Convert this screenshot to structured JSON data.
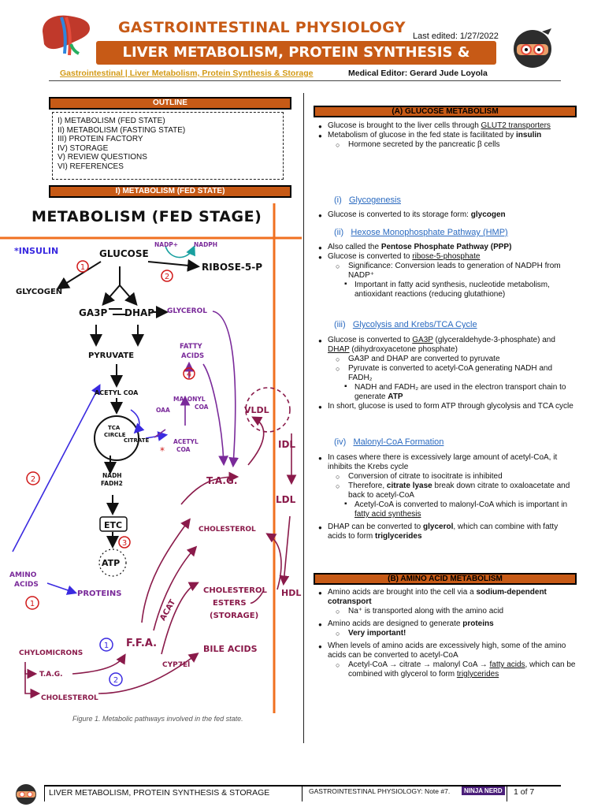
{
  "header": {
    "title": "GASTROINTESTINAL PHYSIOLOGY",
    "banner": "LIVER METABOLISM, PROTEIN SYNTHESIS & STORAGE",
    "last_edited": "Last edited: 1/27/2022",
    "breadcrumb": "Gastrointestinal | Liver Metabolism, Protein Synthesis & Storage",
    "editor": "Medical Editor: Gerard Jude Loyola"
  },
  "outline": {
    "heading": "OUTLINE",
    "items": [
      "I) METABOLISM (FED STATE)",
      "II) METABOLISM (FASTING STATE)",
      "III) PROTEIN FACTORY",
      "IV) STORAGE",
      "V) REVIEW QUESTIONS",
      "VI) REFERENCES"
    ]
  },
  "section1": {
    "heading": "I)  METABOLISM (FED STATE)"
  },
  "figure": {
    "title": "METABOLISM (FED STAGE)",
    "caption": "Figure 1. Metabolic pathways involved in the fed state.",
    "labels": {
      "insulin": "*INSULIN",
      "glucose": "GLUCOSE",
      "nadp_plus": "NADP+",
      "nadph": "NADPH",
      "ribose": "RIBOSE-5-P",
      "glycogen": "GLYCOGEN",
      "ga3p": "GA3P",
      "dhap": "DHAP",
      "glycerol": "GLYCEROL",
      "fatty_acids_1": "FATTY",
      "fatty_acids_2": "ACIDS",
      "pyruvate": "PYRUVATE",
      "acetyl_coa": "ACETYL COA",
      "malonyl_1": "MALONYL",
      "malonyl_2": "COA",
      "oaa": "OAA",
      "tca_1": "TCA",
      "tca_2": "CIRCLE",
      "citrate": "CITRATE",
      "acetyl_coa2_1": "ACETYL",
      "acetyl_coa2_2": "COA",
      "vldl": "VLDL",
      "idl": "IDL",
      "tag": "T.A.G.",
      "ldl": "LDL",
      "nadh": "NADH",
      "fadh2": "FADH2",
      "etc": "ETC",
      "cholesterol": "CHOLESTEROL",
      "atp": "ATP",
      "amino_1": "AMINO",
      "amino_2": "ACIDS",
      "proteins": "PROTEINS",
      "acat": "ACAT",
      "chol_esters_1": "CHOLESTEROL",
      "chol_esters_2": "ESTERS",
      "chol_esters_3": "(STORAGE)",
      "hdl": "HDL",
      "ffa": "F.F.A.",
      "chylomicrons": "CHYLOMICRONS",
      "bile_acids": "BILE ACIDS",
      "cyp7e1": "CYP7El",
      "tag2": "T.A.G.",
      "cholesterol2": "CHOLESTEROL",
      "n1": "1",
      "n2": "2",
      "n3": "3",
      "n4": "4",
      "star": "*"
    }
  },
  "right": {
    "a_heading": "(A)  GLUCOSE METABOLISM",
    "a_b1_pre": "Glucose is brought to the liver cells through ",
    "a_b1_u": "GLUT2 transporters",
    "a_b2_pre": "Metabolism of glucose in the fed state is facilitated by ",
    "a_b2_b": "insulin",
    "a_b2_sub": "Hormone secreted by the pancreatic β cells",
    "h_i_num": "(i)",
    "h_i": "Glycogenesis",
    "i_b1_pre": "Glucose is converted to its storage form: ",
    "i_b1_b": "glycogen",
    "h_ii_num": "(ii)",
    "h_ii": "Hexose Monophosphate Pathway (HMP)",
    "ii_b1_pre": "Also called the ",
    "ii_b1_b": "Pentose Phosphate Pathway (PPP)",
    "ii_b2_pre": "Glucose is converted to ",
    "ii_b2_u": "ribose-5-phosphate",
    "ii_b2_sub": "Significance: Conversion leads to generation of NADPH from NADP⁺",
    "ii_b2_subsub": "Important in fatty acid synthesis, nucleotide metabolism, antioxidant reactions (reducing glutathione)",
    "h_iii_num": "(iii)",
    "h_iii": "Glycolysis and Krebs/TCA Cycle",
    "iii_b1_pre": "Glucose is converted to ",
    "iii_b1_u1": "GA3P",
    "iii_b1_mid": " (glyceraldehyde-3-phosphate) and ",
    "iii_b1_u2": "DHAP",
    "iii_b1_post": " (dihydroxyacetone phosphate)",
    "iii_sub1": "GA3P and DHAP are converted to pyruvate",
    "iii_sub2": "Pyruvate is converted to acetyl-CoA generating NADH and FADH₂",
    "iii_subsub_pre": "NADH and FADH₂ are used in the electron transport chain to generate ",
    "iii_subsub_b": "ATP",
    "iii_b2": "In short, glucose is used to form ATP through glycolysis and TCA cycle",
    "h_iv_num": "(iv)",
    "h_iv": "Malonyl-CoA Formation",
    "iv_b1": "In cases where there is excessively large amount of acetyl-CoA, it inhibits the Krebs cycle",
    "iv_sub1": "Conversion of citrate to isocitrate is inhibited",
    "iv_sub2_pre": "Therefore, ",
    "iv_sub2_b": "citrate lyase",
    "iv_sub2_post": " break down citrate to oxaloacetate and back to acetyl-CoA",
    "iv_subsub_pre": "Acetyl-CoA is converted to malonyl-CoA which is important in ",
    "iv_subsub_u": "fatty acid synthesis",
    "iv_b2_pre": "DHAP can be converted to ",
    "iv_b2_b1": "glycerol",
    "iv_b2_mid": ", which can combine with fatty acids to form ",
    "iv_b2_b2": "triglycerides",
    "b_heading": "(B)  AMINO ACID METABOLISM",
    "b_b1_pre": "Amino acids are brought into the cell via a ",
    "b_b1_b": "sodium-dependent cotransport",
    "b_b1_sub": "Na⁺ is transported along with the amino acid",
    "b_b2_pre": "Amino acids are designed to generate ",
    "b_b2_b": "proteins",
    "b_b2_sub": "Very important!",
    "b_b3": "When levels of amino acids are excessively high, some of the amino acids can be converted to acetyl-CoA",
    "b_b3_sub_pre": "Acetyl-CoA → citrate → malonyl CoA → ",
    "b_b3_sub_u1": "fatty acids",
    "b_b3_sub_mid": ", which can be combined with glycerol to form ",
    "b_b3_sub_u2": "triglycerides"
  },
  "footer": {
    "left": "LIVER METABOLISM, PROTEIN SYNTHESIS & STORAGE",
    "right": "GASTROINTESTINAL PHYSIOLOGY: Note #7.",
    "brand": "NINJA NERD",
    "page": "1 of 7"
  },
  "colors": {
    "accent": "#c75a16",
    "breadcrumb": "#d39a16",
    "subheading": "#2a6ac0",
    "diagram_purple": "#7a2a9a",
    "diagram_magenta": "#8a1a4a",
    "diagram_blue": "#3a2ae0",
    "diagram_red": "#d01818",
    "diagram_orange_line": "#f07020"
  },
  "icons": [
    "liver-logo-icon",
    "ninja-mascot-icon"
  ]
}
